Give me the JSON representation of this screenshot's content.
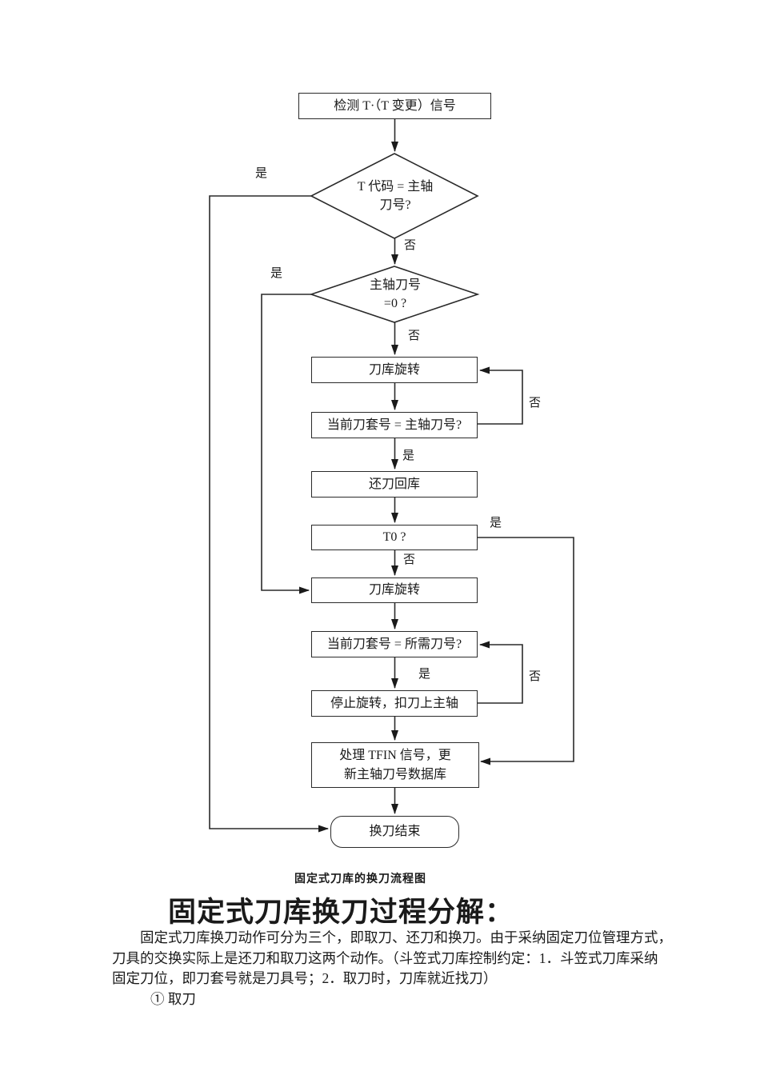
{
  "page": {
    "background": "#ffffff",
    "line_color": "#2a2a2a"
  },
  "flowchart": {
    "nodes": {
      "start": {
        "label": "检测 T·（T 变更）信号"
      },
      "d1": {
        "label": "T 代码 = 主轴\n刀号?"
      },
      "d2": {
        "label": "主轴刀号\n=0 ?"
      },
      "rotate1": {
        "label": "刀库旋转"
      },
      "q_pocket_spindle": {
        "label": "当前刀套号 = 主轴刀号?"
      },
      "return_tool": {
        "label": "还刀回库"
      },
      "t0": {
        "label": "T0 ?"
      },
      "rotate2": {
        "label": "刀库旋转"
      },
      "q_pocket_needed": {
        "label": "当前刀套号 = 所需刀号?"
      },
      "stop": {
        "label": "停止旋转，扣刀上主轴"
      },
      "tfin": {
        "label": "处理 TFIN 信号，更\n新主轴刀号数据库"
      },
      "end": {
        "label": "换刀结束"
      }
    },
    "labels": {
      "yes": "是",
      "no": "否"
    },
    "caption": "固定式刀库的换刀流程图"
  },
  "section": {
    "heading": "固定式刀库换刀过程分解：",
    "paragraph_lines": [
      "固定式刀库换刀动作可分为三个，即取刀、还刀和换刀。由于采纳固定刀位管理方式，",
      "刀具的交换实际上是还刀和取刀这两个动作。（斗笠式刀库控制约定：1．斗笠式刀库采纳",
      "固定刀位，即刀套号就是刀具号；2．取刀时，刀库就近找刀）"
    ],
    "list_item": "① 取刀"
  }
}
